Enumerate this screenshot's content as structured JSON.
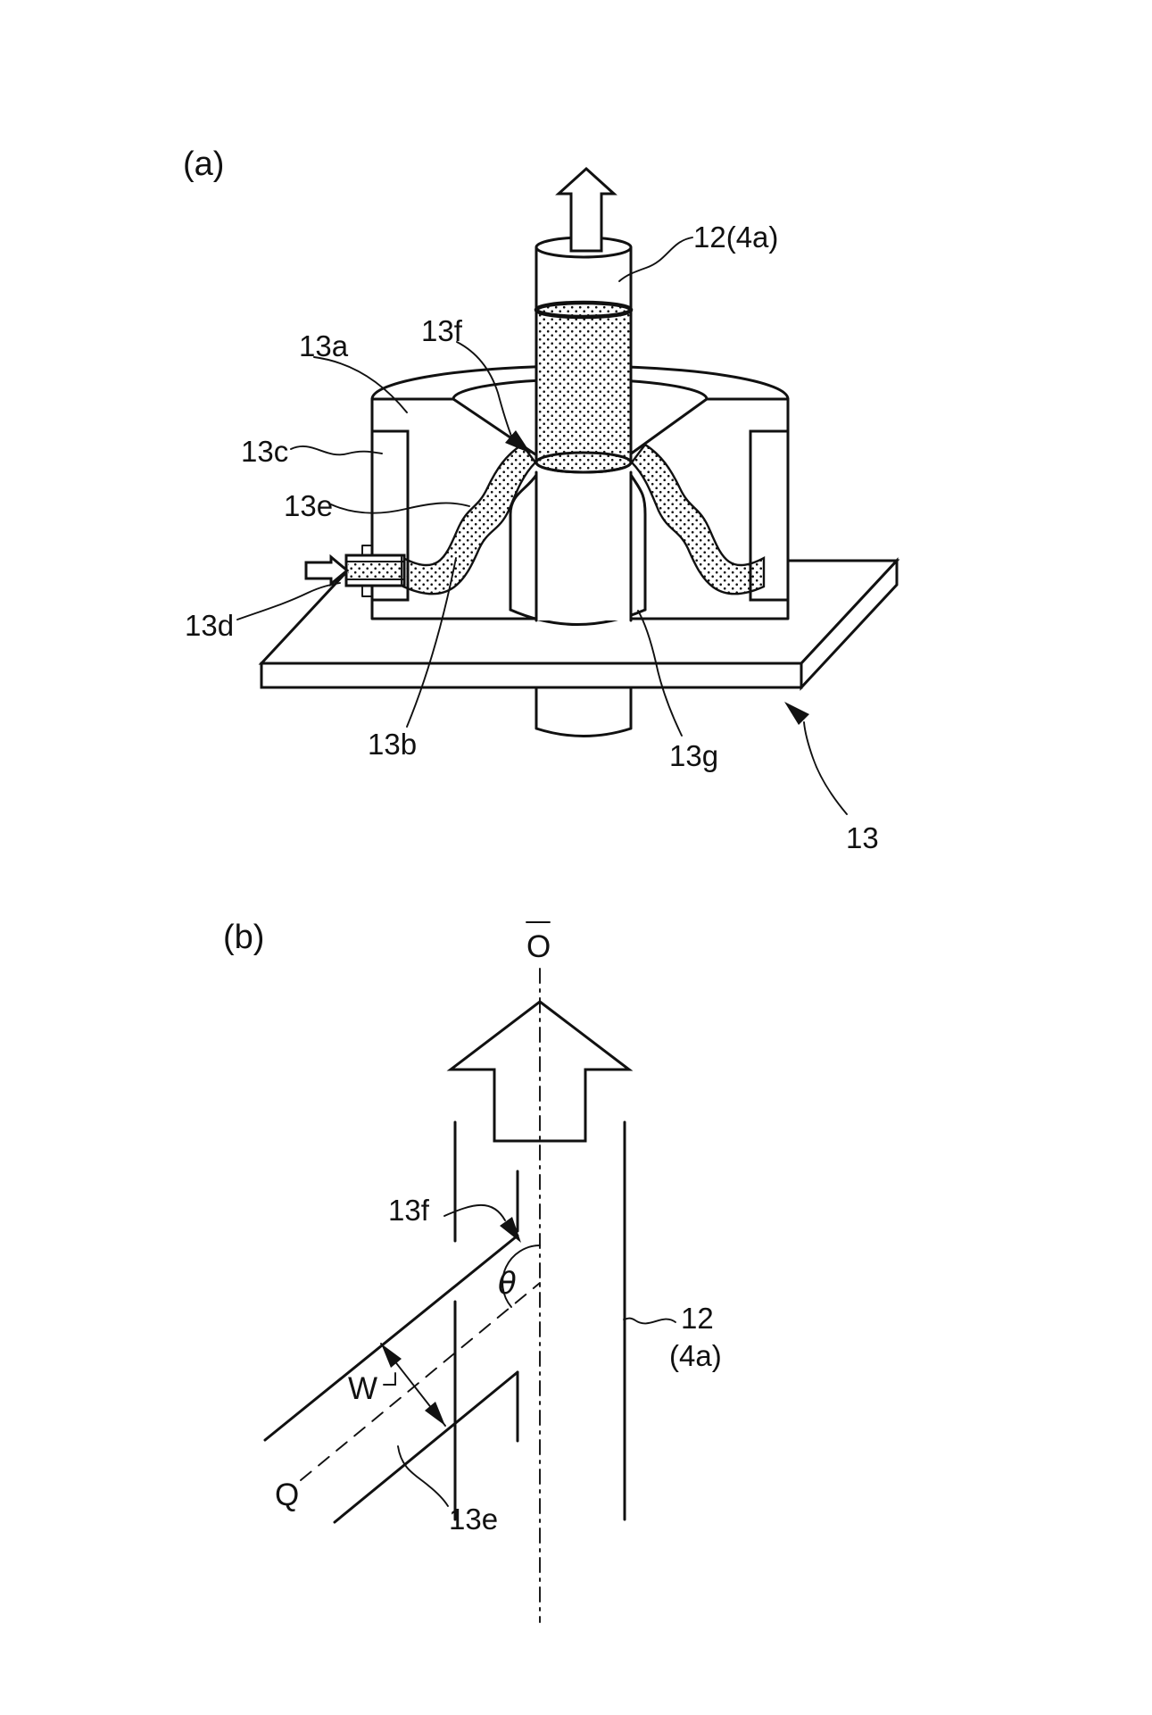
{
  "figure_a": {
    "tag": "(a)",
    "labels": {
      "wire": "12(4a)",
      "cup_body": "13a",
      "die_point": "13f",
      "liner": "13c",
      "liquid": "13e",
      "inlet": "13d",
      "cup_bottom": "13b",
      "bottom_hole": "13g",
      "assembly": "13"
    }
  },
  "figure_b": {
    "tag": "(b)",
    "axis_label": "O",
    "labels": {
      "die_edge": "13f",
      "angle": "θ",
      "wire": "12",
      "wire_alt": "(4a)",
      "channel_width": "W",
      "channel_axis": "Q",
      "liquid_channel": "13e"
    }
  },
  "colors": {
    "ink": "#111111",
    "paper": "#ffffff"
  }
}
